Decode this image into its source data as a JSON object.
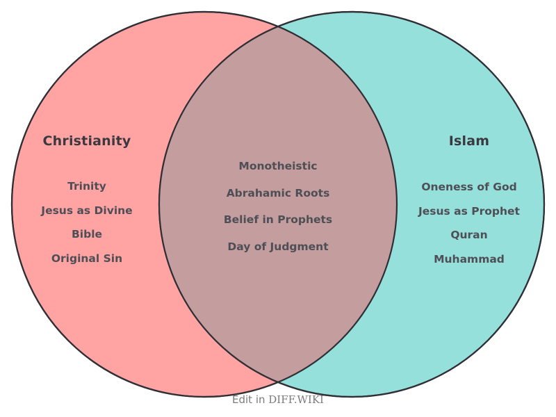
{
  "diagram": {
    "type": "venn",
    "background_color": "#ffffff",
    "stroke_color": "#2f2f35",
    "title_color": "#39393f",
    "item_color": "#4e4e56"
  },
  "left_set": {
    "title": "Christianity",
    "fill_color": "#ffa3a3",
    "items": [
      "Trinity",
      "Jesus as Divine",
      "Bible",
      "Original Sin"
    ]
  },
  "right_set": {
    "title": "Islam",
    "fill_color": "#96e0dc",
    "items": [
      "Oneness of God",
      "Jesus as Prophet",
      "Quran",
      "Muhammad"
    ]
  },
  "intersection": {
    "fill_color": "#c49e9e",
    "items": [
      "Monotheistic",
      "Abrahamic Roots",
      "Belief in Prophets",
      "Day of Judgment"
    ]
  },
  "footer": {
    "prefix": "Edit in ",
    "brand": "DIFF.WIKI",
    "color": "#7b7b7b"
  }
}
